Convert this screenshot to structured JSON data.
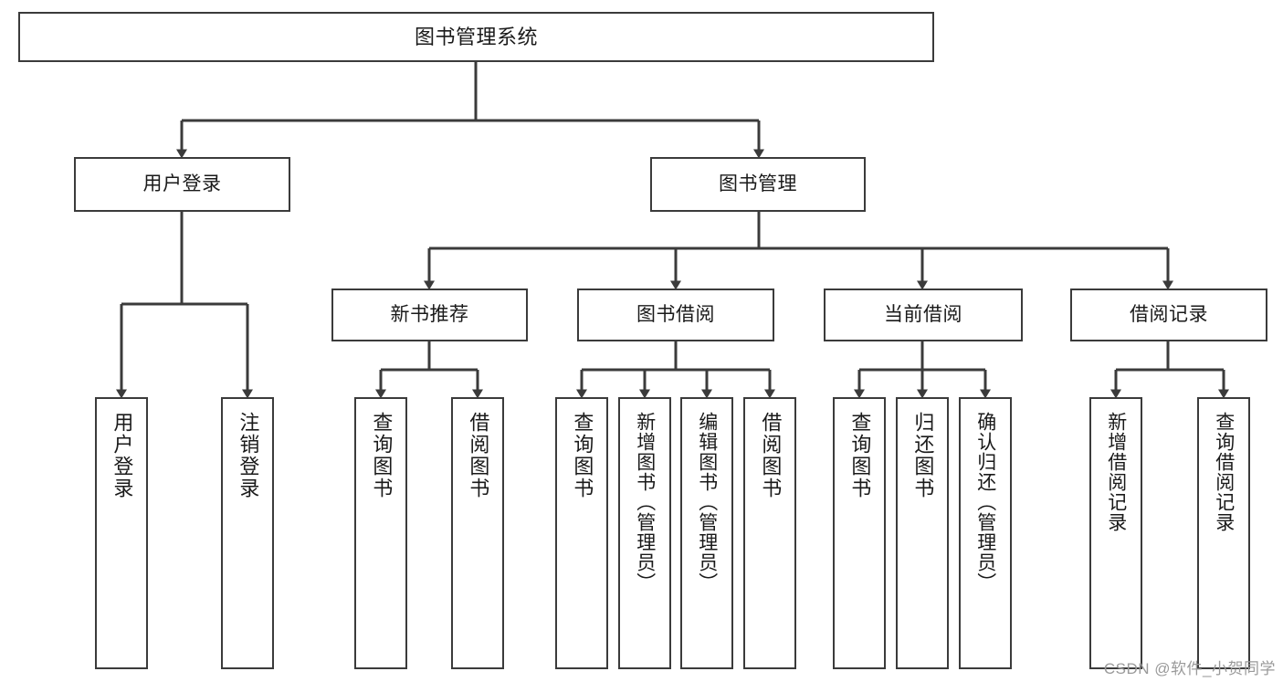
{
  "diagram": {
    "type": "tree",
    "title": "图书管理系统",
    "root": {
      "label": "图书管理系统"
    },
    "level2": [
      {
        "label": "用户登录"
      },
      {
        "label": "图书管理"
      }
    ],
    "level3": [
      {
        "label": "新书推荐"
      },
      {
        "label": "图书借阅"
      },
      {
        "label": "当前借阅"
      },
      {
        "label": "借阅记录"
      }
    ],
    "leaves": [
      {
        "label": "用户登录",
        "parent": "用户登录"
      },
      {
        "label": "注销登录",
        "parent": "用户登录"
      },
      {
        "label": "查询图书",
        "parent": "新书推荐"
      },
      {
        "label": "借阅图书",
        "parent": "新书推荐"
      },
      {
        "label": "查询图书",
        "parent": "图书借阅"
      },
      {
        "label": "新增图书（管理员）",
        "parent": "图书借阅"
      },
      {
        "label": "编辑图书（管理员）",
        "parent": "图书借阅"
      },
      {
        "label": "借阅图书",
        "parent": "图书借阅"
      },
      {
        "label": "查询图书",
        "parent": "当前借阅"
      },
      {
        "label": "归还图书",
        "parent": "当前借阅"
      },
      {
        "label": "确认归还（管理员）",
        "parent": "当前借阅"
      },
      {
        "label": "新增借阅记录",
        "parent": "借阅记录"
      },
      {
        "label": "查询借阅记录",
        "parent": "借阅记录"
      }
    ],
    "colors": {
      "border": "#3b3b3b",
      "connector": "#3b3b3b",
      "background": "#ffffff",
      "text": "#1a1a1a",
      "watermark": "#9a9a9a"
    }
  },
  "watermark": {
    "text": "CSDN @软件_小贺同学"
  }
}
